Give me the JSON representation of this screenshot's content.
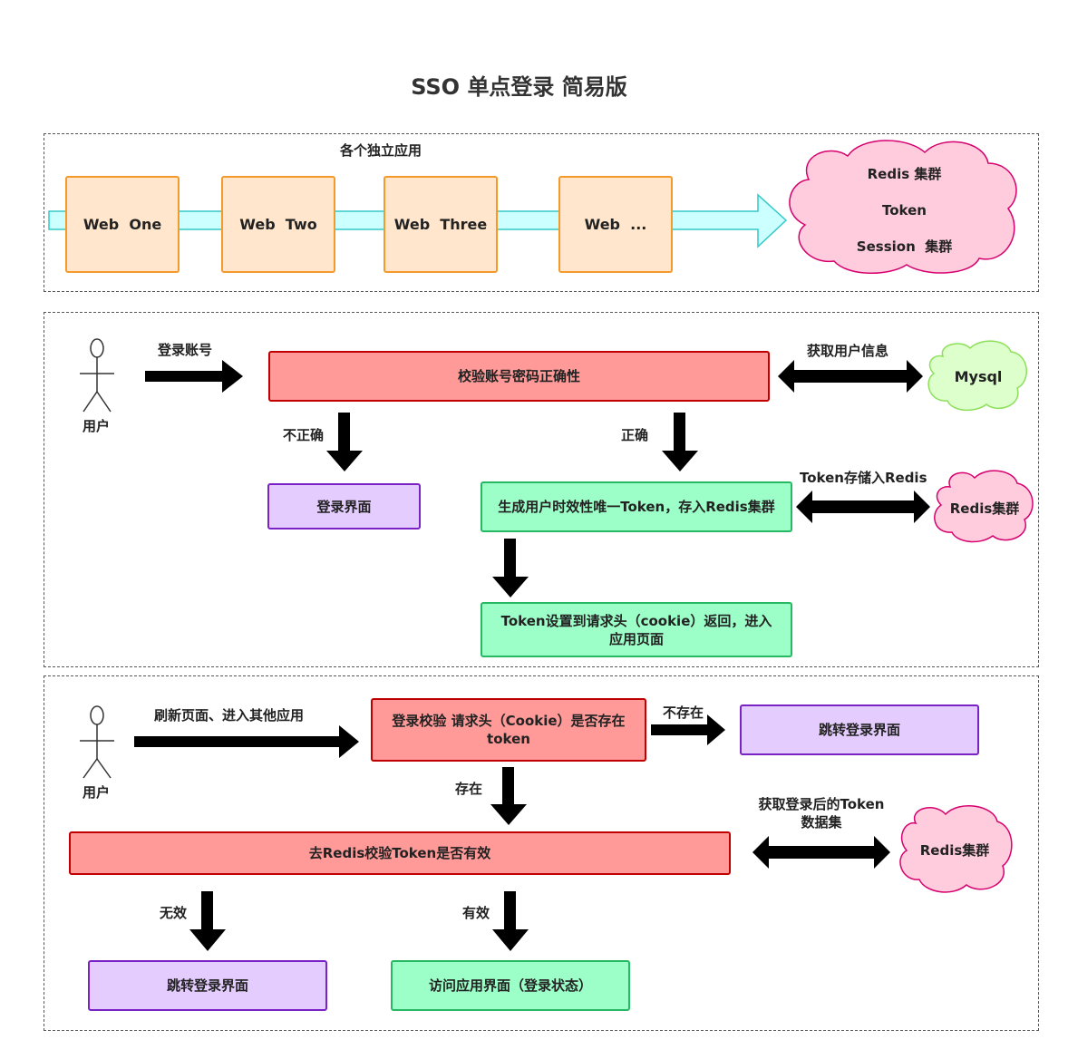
{
  "title": "SSO 单点登录 简易版",
  "section1": {
    "label": "各个独立应用",
    "web_apps": [
      "Web  One",
      "Web  Two",
      "Web  Three",
      "Web  ..."
    ],
    "cloud_lines": [
      "Redis 集群",
      "Token",
      "Session  集群"
    ]
  },
  "section2": {
    "actor": "用户",
    "login_account_label": "登录账号",
    "verify_box": "校验账号密码正确性",
    "get_user_info_label": "获取用户信息",
    "mysql_cloud": "Mysql",
    "incorrect_label": "不正确",
    "correct_label": "正确",
    "login_page_box": "登录界面",
    "generate_token_box": "生成用户时效性唯一Token，存入Redis集群",
    "token_store_label": "Token存储入Redis",
    "redis_cloud": "Redis集群",
    "set_cookie_box_line1": "Token设置到请求头（cookie）返回，进入",
    "set_cookie_box_line2": "应用页面"
  },
  "section3": {
    "actor": "用户",
    "refresh_label": "刷新页面、进入其他应用",
    "check_box_line1": "登录校验 请求头（Cookie）是否存在",
    "check_box_line2": "token",
    "not_exist_label": "不存在",
    "redirect_login_box": "跳转登录界面",
    "exist_label": "存在",
    "get_token_label_line1": "获取登录后的Token",
    "get_token_label_line2": "数据集",
    "redis_verify_box": "去Redis校验Token是否有效",
    "redis_cloud": "Redis集群",
    "invalid_label": "无效",
    "valid_label": "有效",
    "redirect_login_box2": "跳转登录界面",
    "access_app_box": "访问应用界面（登录状态）"
  },
  "colors": {
    "web_fill": "#ffe6cc",
    "web_stroke": "#f39a2b",
    "red_fill": "#ff9a98",
    "red_stroke": "#c00000",
    "purple_fill": "#e4ccff",
    "purple_stroke": "#7a22c4",
    "green_fill": "#9cffc8",
    "green_stroke": "#26b862",
    "cyan_arrow": "#ccffff",
    "cyan_stroke": "#35c9c9",
    "pink_cloud": "#ffccdd",
    "pink_stroke": "#d6006e",
    "mysql_cloud": "#ddffcc",
    "mysql_stroke": "#8de05a"
  }
}
